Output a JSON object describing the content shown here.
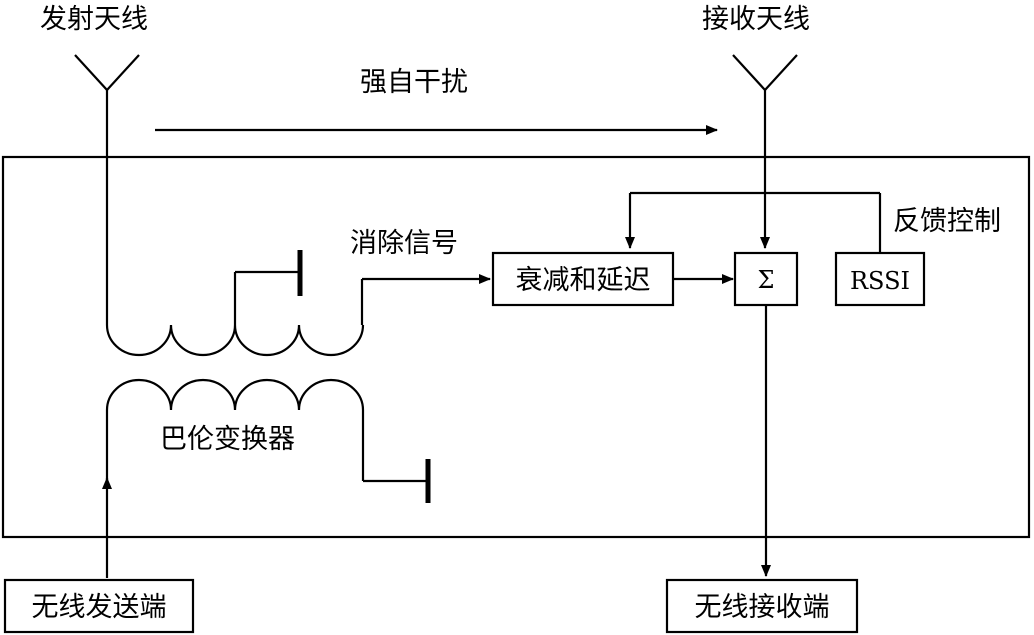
{
  "labels": {
    "tx_antenna": "发射天线",
    "rx_antenna": "接收天线",
    "strong_self_interference": "强自干扰",
    "feedback_control": "反馈控制",
    "cancel_signal": "消除信号",
    "atten_delay": "衰减和延迟",
    "sum": "Σ",
    "rssi": "RSSI",
    "balun": "巴伦变换器",
    "wireless_tx": "无线发送端",
    "wireless_rx": "无线接收端"
  }
}
